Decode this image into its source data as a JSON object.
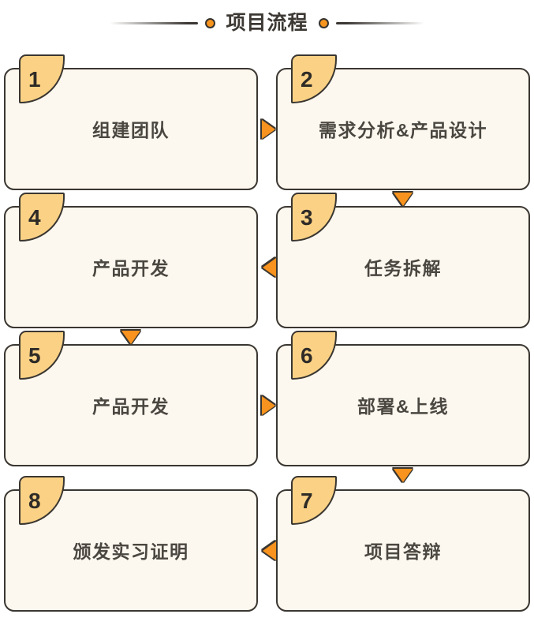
{
  "title": {
    "text": "项目流程",
    "dot_color": "#F79520",
    "rule_color": "#3b3733"
  },
  "theme": {
    "card_fill": "#FDF8EF",
    "card_border": "#3a3631",
    "badge_fill": "#FBD285",
    "arrow_fill": "#F7931E",
    "text_color": "#4a4741"
  },
  "steps": [
    {
      "number": "1",
      "label": "组建团队",
      "col": 0,
      "row": 0
    },
    {
      "number": "2",
      "label": "需求分析&产品设计",
      "col": 1,
      "row": 0
    },
    {
      "number": "3",
      "label": "任务拆解",
      "col": 1,
      "row": 1
    },
    {
      "number": "4",
      "label": "产品开发",
      "col": 0,
      "row": 1
    },
    {
      "number": "5",
      "label": "产品开发",
      "col": 0,
      "row": 2
    },
    {
      "number": "6",
      "label": "部署&上线",
      "col": 1,
      "row": 2
    },
    {
      "number": "7",
      "label": "项目答辩",
      "col": 1,
      "row": 3
    },
    {
      "number": "8",
      "label": "颁发实习证明",
      "col": 0,
      "row": 3
    }
  ],
  "connectors": [
    {
      "from": "1",
      "to": "2",
      "direction": "right"
    },
    {
      "from": "2",
      "to": "3",
      "direction": "down"
    },
    {
      "from": "3",
      "to": "4",
      "direction": "left"
    },
    {
      "from": "4",
      "to": "5",
      "direction": "down"
    },
    {
      "from": "5",
      "to": "6",
      "direction": "right"
    },
    {
      "from": "6",
      "to": "7",
      "direction": "down"
    },
    {
      "from": "7",
      "to": "8",
      "direction": "left"
    }
  ]
}
